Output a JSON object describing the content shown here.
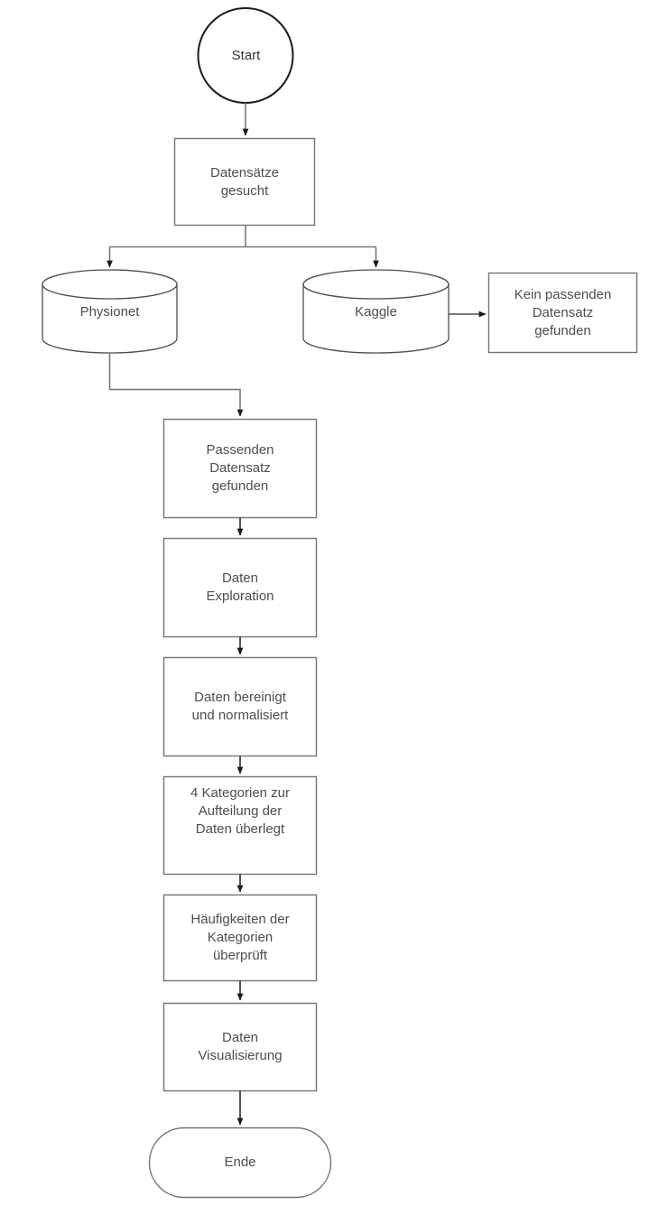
{
  "diagram": {
    "title": "Datensatz-Workflow Flussdiagramm",
    "language": "de",
    "background_color": "#ffffff",
    "stroke_color": "#666666",
    "text_color": "#4d4d4d"
  },
  "nodes": {
    "start": {
      "label": "Start",
      "shape": "circle"
    },
    "search": {
      "label": "Datensätze\ngesucht",
      "shape": "rectangle"
    },
    "physionet": {
      "label": "Physionet",
      "shape": "cylinder"
    },
    "kaggle": {
      "label": "Kaggle",
      "shape": "cylinder"
    },
    "not_found": {
      "label": "Kein passenden\nDatensatz\ngefunden",
      "shape": "rectangle"
    },
    "found": {
      "label": "Passenden\nDatensatz\ngefunden",
      "shape": "rectangle"
    },
    "exploration": {
      "label": "Daten\nExploration",
      "shape": "rectangle"
    },
    "cleaned": {
      "label": "Daten bereinigt\nund normalisiert",
      "shape": "rectangle"
    },
    "categories": {
      "label": "4 Kategorien zur\nAufteilung der\nDaten überlegt",
      "shape": "rectangle"
    },
    "frequencies": {
      "label": "Häufigkeiten der\nKategorien\nüberprüft",
      "shape": "rectangle"
    },
    "visualization": {
      "label": "Daten\nVisualisierung",
      "shape": "rectangle"
    },
    "end": {
      "label": "Ende",
      "shape": "stadium"
    }
  },
  "edges": [
    {
      "name": "start-to-search",
      "from": "start",
      "to": "search"
    },
    {
      "name": "search-to-physionet",
      "from": "search",
      "to": "physionet"
    },
    {
      "name": "search-to-kaggle",
      "from": "search",
      "to": "kaggle"
    },
    {
      "name": "kaggle-to-not-found",
      "from": "kaggle",
      "to": "not_found"
    },
    {
      "name": "physionet-to-found",
      "from": "physionet",
      "to": "found"
    },
    {
      "name": "found-to-exploration",
      "from": "found",
      "to": "exploration"
    },
    {
      "name": "exploration-to-cleaned",
      "from": "exploration",
      "to": "cleaned"
    },
    {
      "name": "cleaned-to-categories",
      "from": "cleaned",
      "to": "categories"
    },
    {
      "name": "categories-to-frequencies",
      "from": "categories",
      "to": "frequencies"
    },
    {
      "name": "frequencies-to-visualization",
      "from": "frequencies",
      "to": "visualization"
    },
    {
      "name": "visualization-to-end",
      "from": "visualization",
      "to": "end"
    }
  ]
}
